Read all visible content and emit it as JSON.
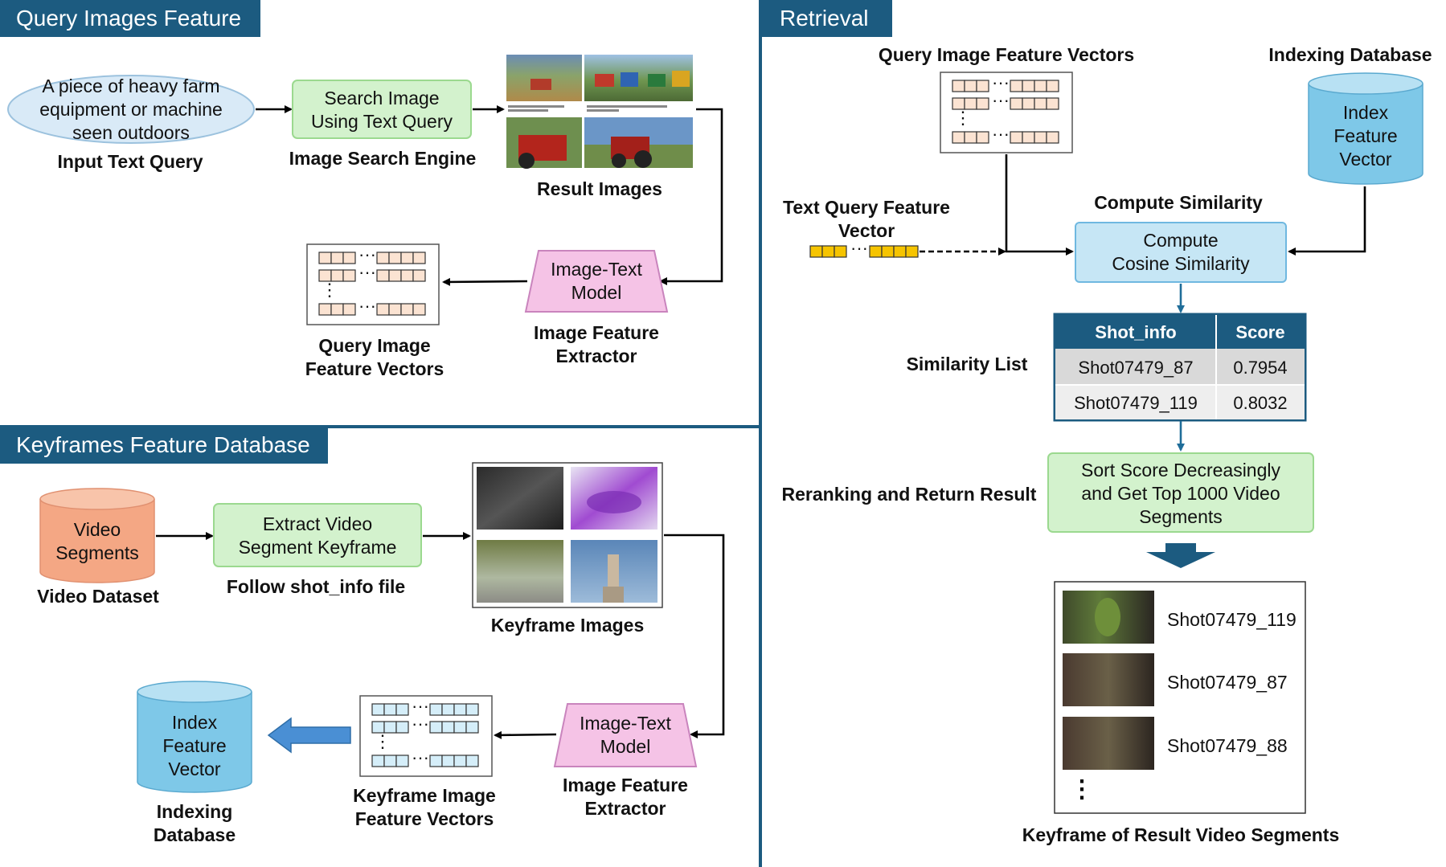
{
  "sections": {
    "query": "Query Images Feature",
    "retrieval": "Retrieval",
    "keyframes": "Keyframes Feature Database"
  },
  "query": {
    "input_text": [
      "A piece of heavy farm",
      "equipment or machine",
      "seen outdoors"
    ],
    "input_label": "Input Text Query",
    "search_box": [
      "Search Image",
      "Using Text Query"
    ],
    "search_label": "Image Search Engine",
    "result_label": "Result Images",
    "model_box": [
      "Image-Text",
      "Model"
    ],
    "model_label": [
      "Image Feature",
      "Extractor"
    ],
    "vectors_label": [
      "Query Image",
      "Feature Vectors"
    ]
  },
  "keyframes": {
    "dataset_cyl": [
      "Video",
      "Segments"
    ],
    "dataset_label": "Video Dataset",
    "extract_box": [
      "Extract Video",
      "Segment Keyframe"
    ],
    "extract_label": "Follow shot_info file",
    "images_label": "Keyframe Images",
    "model_box": [
      "Image-Text",
      "Model"
    ],
    "model_label": [
      "Image Feature",
      "Extractor"
    ],
    "vectors_label": [
      "Keyframe Image",
      "Feature Vectors"
    ],
    "index_cyl": [
      "Index",
      "Feature",
      "Vector"
    ],
    "index_label": [
      "Indexing",
      "Database"
    ]
  },
  "retrieval": {
    "qvec_title": "Query Image Feature Vectors",
    "indexdb_title": "Indexing Database",
    "index_cyl": [
      "Index",
      "Feature",
      "Vector"
    ],
    "text_vec_label": [
      "Text Query Feature",
      "Vector"
    ],
    "compute_title": "Compute Similarity",
    "compute_box": [
      "Compute",
      "Cosine Similarity"
    ],
    "similarity_label": "Similarity List",
    "table": {
      "headers": [
        "Shot_info",
        "Score"
      ],
      "rows": [
        [
          "Shot07479_87",
          "0.7954"
        ],
        [
          "Shot07479_119",
          "0.8032"
        ]
      ]
    },
    "rerank_label": "Reranking and Return Result",
    "sort_box": [
      "Sort Score Decreasingly",
      "and Get Top 1000 Video",
      "Segments"
    ],
    "results": [
      "Shot07479_119",
      "Shot07479_87",
      "Shot07479_88"
    ],
    "results_label": "Keyframe of Result Video Segments"
  },
  "colors": {
    "section_header": "#1c5b80",
    "green_box": "#d3f2cd",
    "blue_box": "#c6e6f5",
    "pink_box": "#f5c3e6",
    "orange_cylinder": "#f4a784",
    "blue_cylinder": "#7ec8e8",
    "yellow_vector": "#f6c400"
  }
}
